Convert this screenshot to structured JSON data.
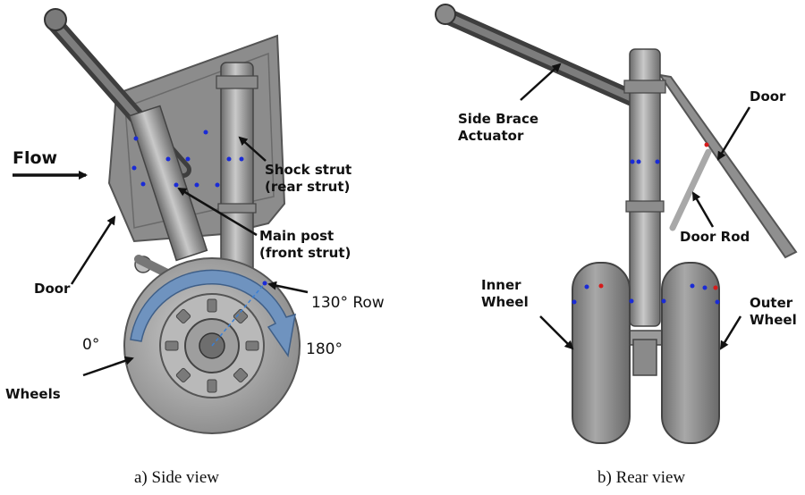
{
  "side_view": {
    "caption": "a) Side view",
    "labels": {
      "flow": "Flow",
      "shock_strut_1": "Shock strut",
      "shock_strut_2": "(rear strut)",
      "main_post_1": "Main post",
      "main_post_2": "(front strut)",
      "door": "Door",
      "row_130": "130° Row",
      "deg_0": "0°",
      "deg_180": "180°",
      "wheels": "Wheels"
    }
  },
  "rear_view": {
    "caption": "b) Rear view",
    "labels": {
      "side_brace_1": "Side Brace",
      "side_brace_2": "Actuator",
      "door": "Door",
      "door_rod": "Door Rod",
      "inner_wheel_1": "Inner",
      "inner_wheel_2": "Wheel",
      "outer_wheel_1": "Outer",
      "outer_wheel_2": "Wheel"
    }
  },
  "colors": {
    "sensor_blue": "#1a2bd6",
    "sensor_red": "#d61a1a",
    "arc_blue": "#6f93bf",
    "metal_gray": "#9a9a9a",
    "tire_gray": "#8e8e8e"
  }
}
